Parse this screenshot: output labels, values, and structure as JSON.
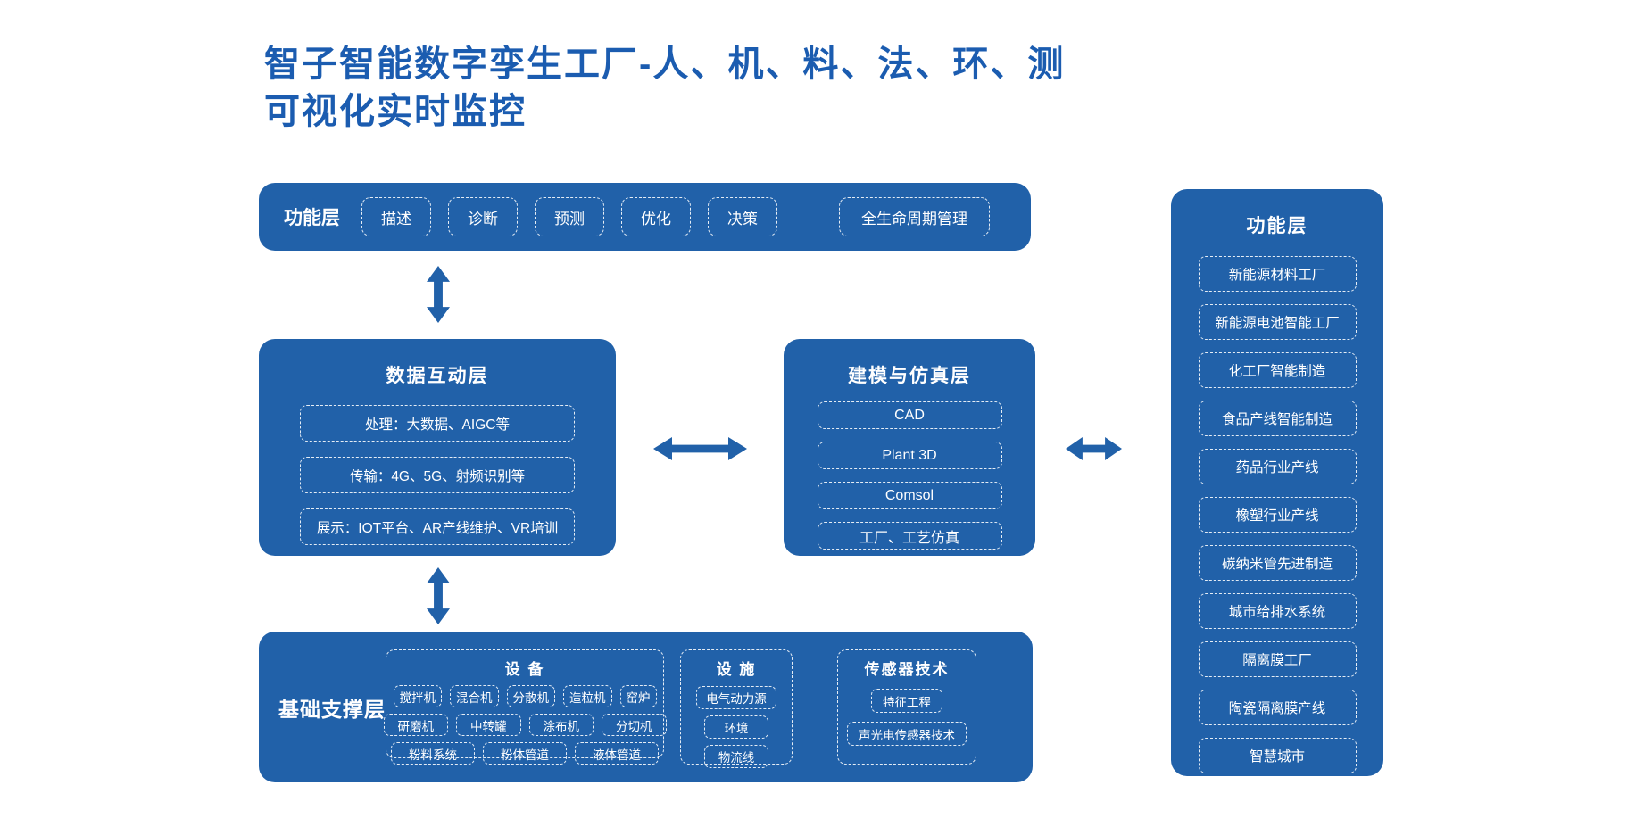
{
  "colors": {
    "primary_blue": "#2161a9",
    "title_text": "#1b5cb0",
    "panel_text": "#ffffff",
    "dashed_border": "rgba(255,255,255,0.88)"
  },
  "title": {
    "line1": "智子智能数字孪生工厂-人、机、料、法、环、测",
    "line2": "可视化实时监控"
  },
  "top_layer": {
    "label": "功能层",
    "buttons": [
      "描述",
      "诊断",
      "预测",
      "优化",
      "决策"
    ],
    "wide_button": "全生命周期管理"
  },
  "data_layer": {
    "title": "数据互动层",
    "items": [
      "处理：大数据、AIGC等",
      "传输：4G、5G、射频识别等",
      "展示：IOT平台、AR产线维护、VR培训"
    ]
  },
  "modeling_layer": {
    "title": "建模与仿真层",
    "items": [
      "CAD",
      "Plant 3D",
      "Comsol",
      "工厂、工艺仿真"
    ]
  },
  "support_layer": {
    "label": "基础支撑层",
    "equipment": {
      "title": "设 备",
      "row1": [
        "搅拌机",
        "混合机",
        "分散机",
        "造粒机",
        "窑炉"
      ],
      "row2": [
        "研磨机",
        "中转罐",
        "涂布机",
        "分切机"
      ],
      "row3": [
        "粉料系统",
        "粉体管道",
        "液体管道"
      ]
    },
    "facilities": {
      "title": "设 施",
      "items": [
        "电气动力源",
        "环境",
        "物流线"
      ]
    },
    "sensors": {
      "title": "传感器技术",
      "items": [
        "特征工程",
        "声光电传感器技术"
      ]
    }
  },
  "right_layer": {
    "title": "功能层",
    "items": [
      "新能源材料工厂",
      "新能源电池智能工厂",
      "化工厂智能制造",
      "食品产线智能制造",
      "药品行业产线",
      "橡塑行业产线",
      "碳纳米管先进制造",
      "城市给排水系统",
      "隔离膜工厂",
      "陶瓷隔离膜产线",
      "智慧城市"
    ]
  }
}
